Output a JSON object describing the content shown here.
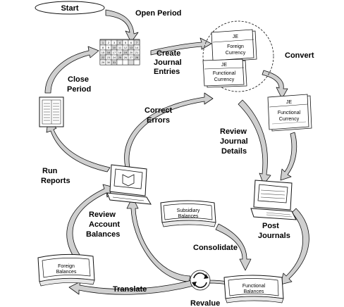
{
  "start": "Start",
  "steps": {
    "open_period": "Open Period",
    "create_journal_entries": [
      "Create",
      "Journal",
      "Entries"
    ],
    "convert": "Convert",
    "close_period": [
      "Close",
      "Period"
    ],
    "correct_errors": [
      "Correct",
      "Errors"
    ],
    "review_journal_details": [
      "Review",
      "Journal",
      "Details"
    ],
    "run_reports": [
      "Run",
      "Reports"
    ],
    "review_account_balances": [
      "Review",
      "Account",
      "Balances"
    ],
    "post_journals": [
      "Post",
      "Journals"
    ],
    "consolidate": "Consolidate",
    "translate": "Translate",
    "revalue": "Revalue"
  },
  "documents": {
    "je_foreign": [
      "JE",
      "Foreign",
      "Currency"
    ],
    "je_functional": [
      "JE",
      "Functional",
      "Currency"
    ],
    "je_converted": [
      "JE",
      "Functional",
      "Currency"
    ],
    "subsidiary_balances": [
      "Subsidiary",
      "Balances"
    ],
    "foreign_balances": [
      "Foreign",
      "Balances"
    ],
    "functional_balances": [
      "Functional",
      "Balances"
    ]
  },
  "calendar": [
    [
      "1",
      "2",
      "3",
      "4",
      "5",
      "6",
      "7"
    ],
    [
      "8",
      "9",
      "10",
      "11",
      "12",
      "13",
      "14"
    ],
    [
      "15",
      "16",
      "17",
      "18",
      "19",
      "20",
      "21"
    ],
    [
      "22",
      "23",
      "24",
      "25",
      "26",
      "27",
      "28"
    ],
    [
      "29",
      "30",
      "31",
      "",
      "",
      "",
      ""
    ]
  ],
  "icons": [
    "calendar-icon",
    "report-icon",
    "terminal-icon",
    "revalue-cycle-icon",
    "book-icon",
    "je-document-icon"
  ]
}
